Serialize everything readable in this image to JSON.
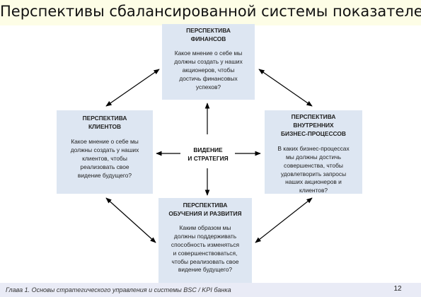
{
  "slide": {
    "title": "Перспективы сбалансированной системы показателей",
    "footer": "Глава 1. Основы стратегического управления и системы BSC / KPI банка",
    "page_number": "12"
  },
  "diagram": {
    "center": "ВИДЕНИЕ\nИ СТРАТЕГИЯ",
    "finance": {
      "heading": "ПЕРСПЕКТИВА\nФИНАНСОВ",
      "question": "Какое мнение о себе мы\nдолжны создать у наших\nакционеров, чтобы\nдостичь финансовых\nуспехов?"
    },
    "clients": {
      "heading": "ПЕРСПЕКТИВА\nКЛИЕНТОВ",
      "question": "Какое мнение о себе мы\nдолжны создать у наших\nклиентов, чтобы\nреализовать свое\nвидение будущего?"
    },
    "internal": {
      "heading": "ПЕРСПЕКТИВА\nВНУТРЕННИХ\nБИЗНЕС-ПРОЦЕССОВ",
      "question": "В каких бизнес-процессах\nмы должны достичь\nсовершенства, чтобы\nудовлетворить запросы\nнаших акционеров и\nклиентов?"
    },
    "learning": {
      "heading": "ПЕРСПЕКТИВА\nОБУЧЕНИЯ И РАЗВИТИЯ",
      "question": "Каким образом мы\nдолжны поддерживать\nспособность изменяться\nи совершенствоваться,\nчтобы реализовать свое\nвидение будущего?"
    }
  },
  "colors": {
    "box_fill": "#dde6f2",
    "title_band": "#fdfde6",
    "footer_band": "#e9ebf6",
    "arrow": "#000000"
  }
}
